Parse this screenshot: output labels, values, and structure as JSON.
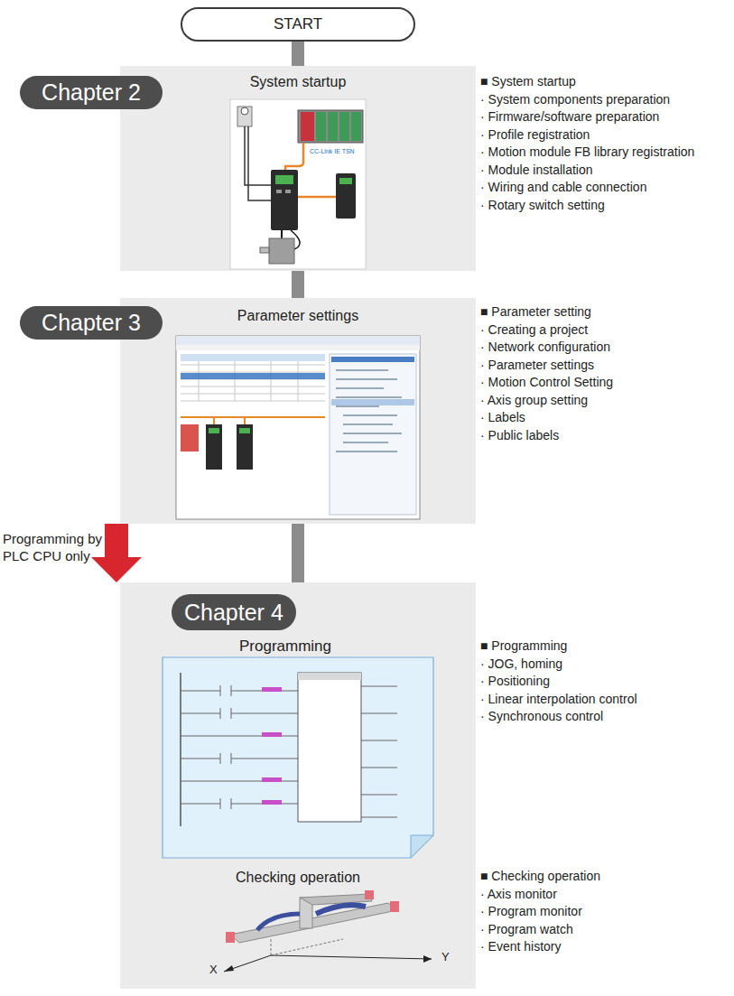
{
  "diagram": {
    "nodes": [
      {
        "text": [
          "START"
        ]
      },
      {
        "text": [
          "Chapter 2"
        ]
      },
      {
        "text": [
          "System startup"
        ]
      },
      {
        "text": [
          "Chapter 3"
        ]
      },
      {
        "text": [
          "Parameter settings"
        ]
      },
      {
        "text": [
          "Chapter 4"
        ]
      },
      {
        "text": [
          "Checking operation"
        ]
      },
      {
        "text": [
          "Programming"
        ],
        "in": 6
      }
    ],
    "edges": [
      {
        "from": 0,
        "to": 2,
        "arrow": "none"
      },
      {
        "from": 2,
        "to": 4,
        "arrow": "none"
      },
      {
        "from": 4,
        "to": 6,
        "arrow": "none"
      },
      {
        "from": 4,
        "to": 6,
        "arrow": "to",
        "label": "Programming by PLC CPU only"
      }
    ],
    "labels": [
      "■ System startup",
      "· System components preparation",
      "· Firmware/software preparation",
      "· Profile registration",
      "· Motion module FB library registration",
      "· Module installation",
      "· Wiring and cable connection",
      "· Rotary switch setting",
      "■ Parameter setting",
      "· Creating a project",
      "· Network configuration",
      "· Parameter settings",
      "· Motion Control Setting",
      "· Axis group setting",
      "· Labels",
      "· Public labels",
      "■ Programming",
      "· JOG, homing",
      "· Positioning",
      "· Linear interpolation control",
      "· Synchronous control",
      "■ Checking operation",
      "· Axis monitor",
      "· Program monitor",
      "· Program watch",
      "· Event history",
      "CC-Link IE TSN",
      "X",
      "Y"
    ]
  }
}
